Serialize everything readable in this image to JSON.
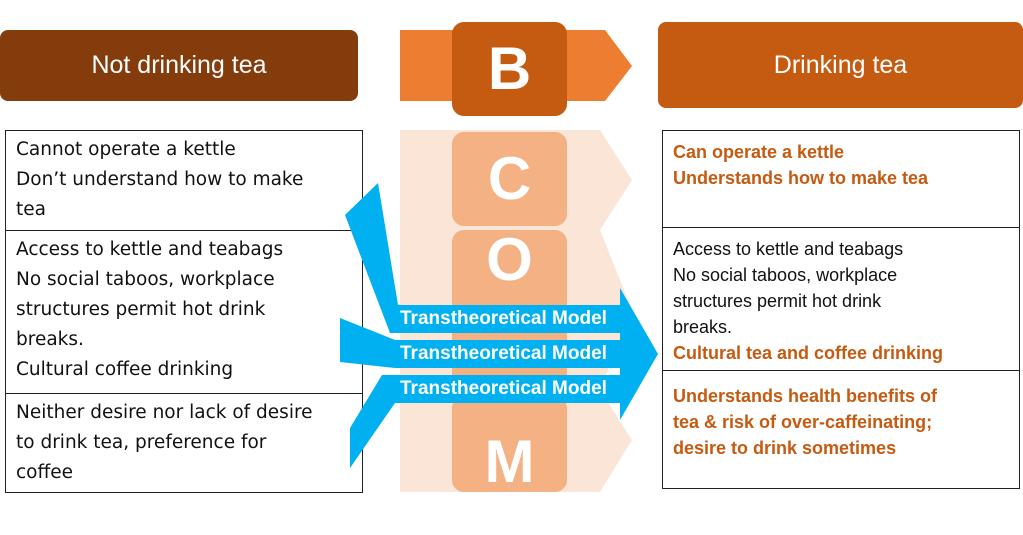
{
  "left_header": "Not drinking tea",
  "right_header": "Drinking tea",
  "letters": [
    "B",
    "C",
    "O",
    "M"
  ],
  "left_cells": [
    [
      "Cannot operate a kettle",
      "Don’t understand how to make",
      "tea"
    ],
    [
      "Access to kettle and teabags",
      "No social taboos, workplace",
      "structures permit hot drink",
      "breaks.",
      "Cultural coffee drinking"
    ],
    [
      "Neither desire nor lack of desire",
      "to drink tea, preference for",
      "coffee"
    ]
  ],
  "right_cells": {
    "c1": [
      "Can operate a kettle",
      "Understands how to make tea"
    ],
    "c2": [
      "Access to kettle and teabags",
      "No social taboos, workplace",
      "structures permit hot drink",
      "breaks."
    ],
    "c2_em": "Cultural tea and coffee drinking",
    "c3": [
      "Understands health benefits of",
      "tea & risk of over-caffeinating;",
      "desire to drink sometimes"
    ]
  },
  "arrow_label": "Transtheoretical Model",
  "colors": {
    "dark_brown": "#843C0C",
    "orange": "#C55A11",
    "light_orange": "#ED7D31",
    "peach": "#F4B183",
    "pale": "#FBE5D6",
    "blue": "#00B0F0"
  }
}
